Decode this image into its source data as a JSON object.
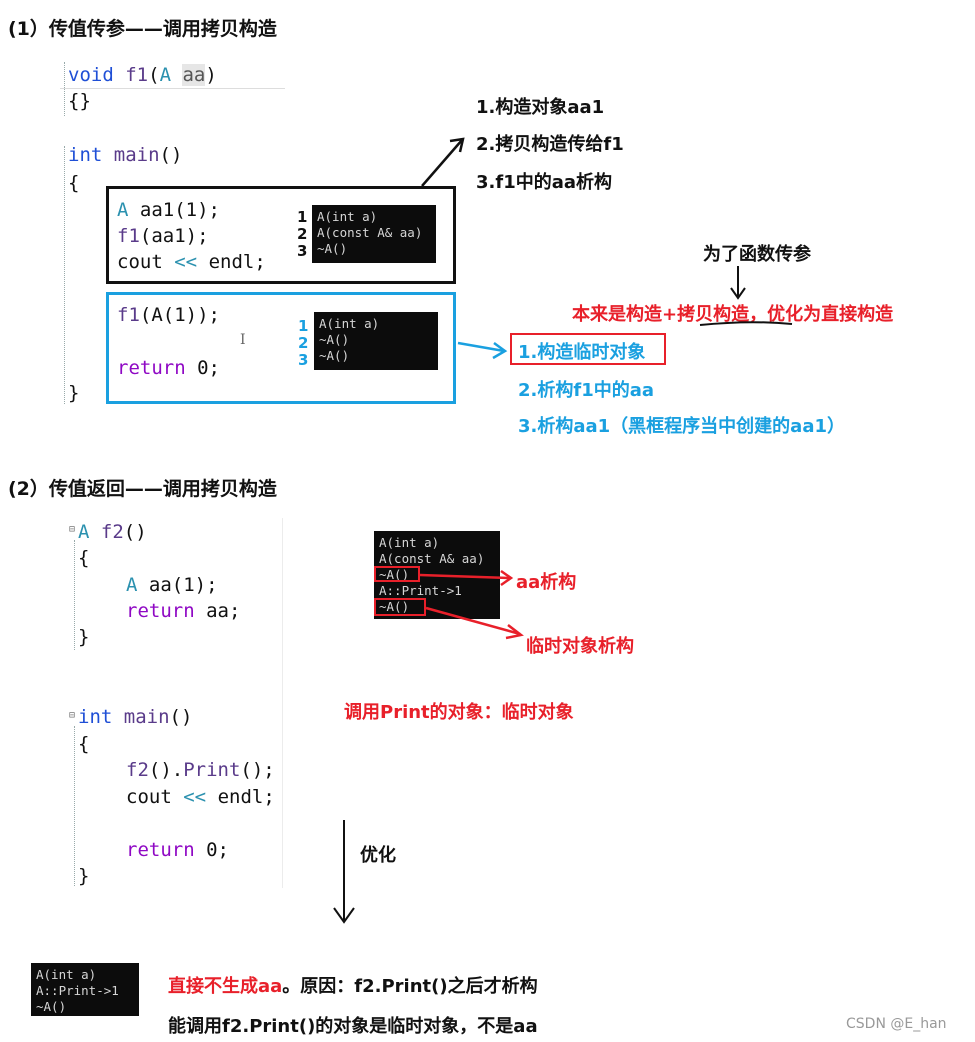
{
  "section1": {
    "heading": "(1）传值传参——调用拷贝构造",
    "code_f1": {
      "kw": "void",
      "fn": "f1",
      "open": "(",
      "type": "A",
      "param": "aa",
      "close": ")",
      "body": "{}"
    },
    "code_main": {
      "kw": "int",
      "fn": "main",
      "parens": "()",
      "open_brace": "{",
      "close_brace": "}"
    },
    "black_box": {
      "line1_type": "A",
      "line1_rest": "aa1(1);",
      "line2_fn": "f1",
      "line2_rest": "(aa1);",
      "line3_a": "cout",
      "line3_op": "<<",
      "line3_b": "endl;",
      "console_lines": [
        "A(int a)",
        "A(const A& aa)",
        "~A()"
      ],
      "labels": [
        "1",
        "2",
        "3"
      ]
    },
    "blue_box": {
      "line1_fn": "f1",
      "line1_rest": "(A(1));",
      "line2_kw": "return",
      "line2_rest": "0;",
      "cursor": "I",
      "console_lines": [
        "A(int a)",
        "~A()",
        "~A()"
      ],
      "labels": [
        "1",
        "2",
        "3"
      ]
    },
    "black_notes": [
      "1.构造对象aa1",
      "2.拷贝构造传给f1",
      "3.f1中的aa析构"
    ],
    "purpose_note": "为了函数传参",
    "red_note": "本来是构造+拷贝构造，优化为直接构造",
    "blue_notes": [
      "1.构造临时对象",
      "2.析构f1中的aa",
      "3.析构aa1（黑框程序当中创建的aa1）"
    ]
  },
  "section2": {
    "heading": "(2）传值返回——调用拷贝构造",
    "code_f2": {
      "type": "A",
      "fn": "f2",
      "parens": "()",
      "open": "{",
      "line1_type": "A",
      "line1_rest": "aa(1);",
      "line2_kw": "return",
      "line2_rest": "aa;",
      "close": "}"
    },
    "code_main": {
      "kw": "int",
      "fn": "main",
      "parens": "()",
      "open": "{",
      "line1_fn": "f2",
      "line1_mid": "().",
      "line1_fn2": "Print",
      "line1_end": "();",
      "line2_a": "cout",
      "line2_op": "<<",
      "line2_b": "endl;",
      "line3_kw": "return",
      "line3_rest": "0;",
      "close": "}"
    },
    "console_lines": [
      "A(int a)",
      "A(const A& aa)",
      "~A()",
      "A::Print->1",
      "~A()"
    ],
    "aa_destruct_note": "aa析构",
    "temp_destruct_note": "临时对象析构",
    "caller_note": "调用Print的对象：临时对象",
    "optimize_label": "优化",
    "optimized_console_lines": [
      "A(int a)",
      "A::Print->1",
      "~A()"
    ],
    "final_note_red": "直接不生成aa",
    "final_note_black": "。原因：f2.Print()之后才析构",
    "final_note_line2": "能调用f2.Print()的对象是临时对象，不是aa"
  },
  "watermark": "CSDN @E_han",
  "colors": {
    "red": "#e8202a",
    "blue": "#1aa0e0",
    "keyword": "#1f4fd6",
    "type": "#2b91af",
    "return": "#8f08c4"
  }
}
